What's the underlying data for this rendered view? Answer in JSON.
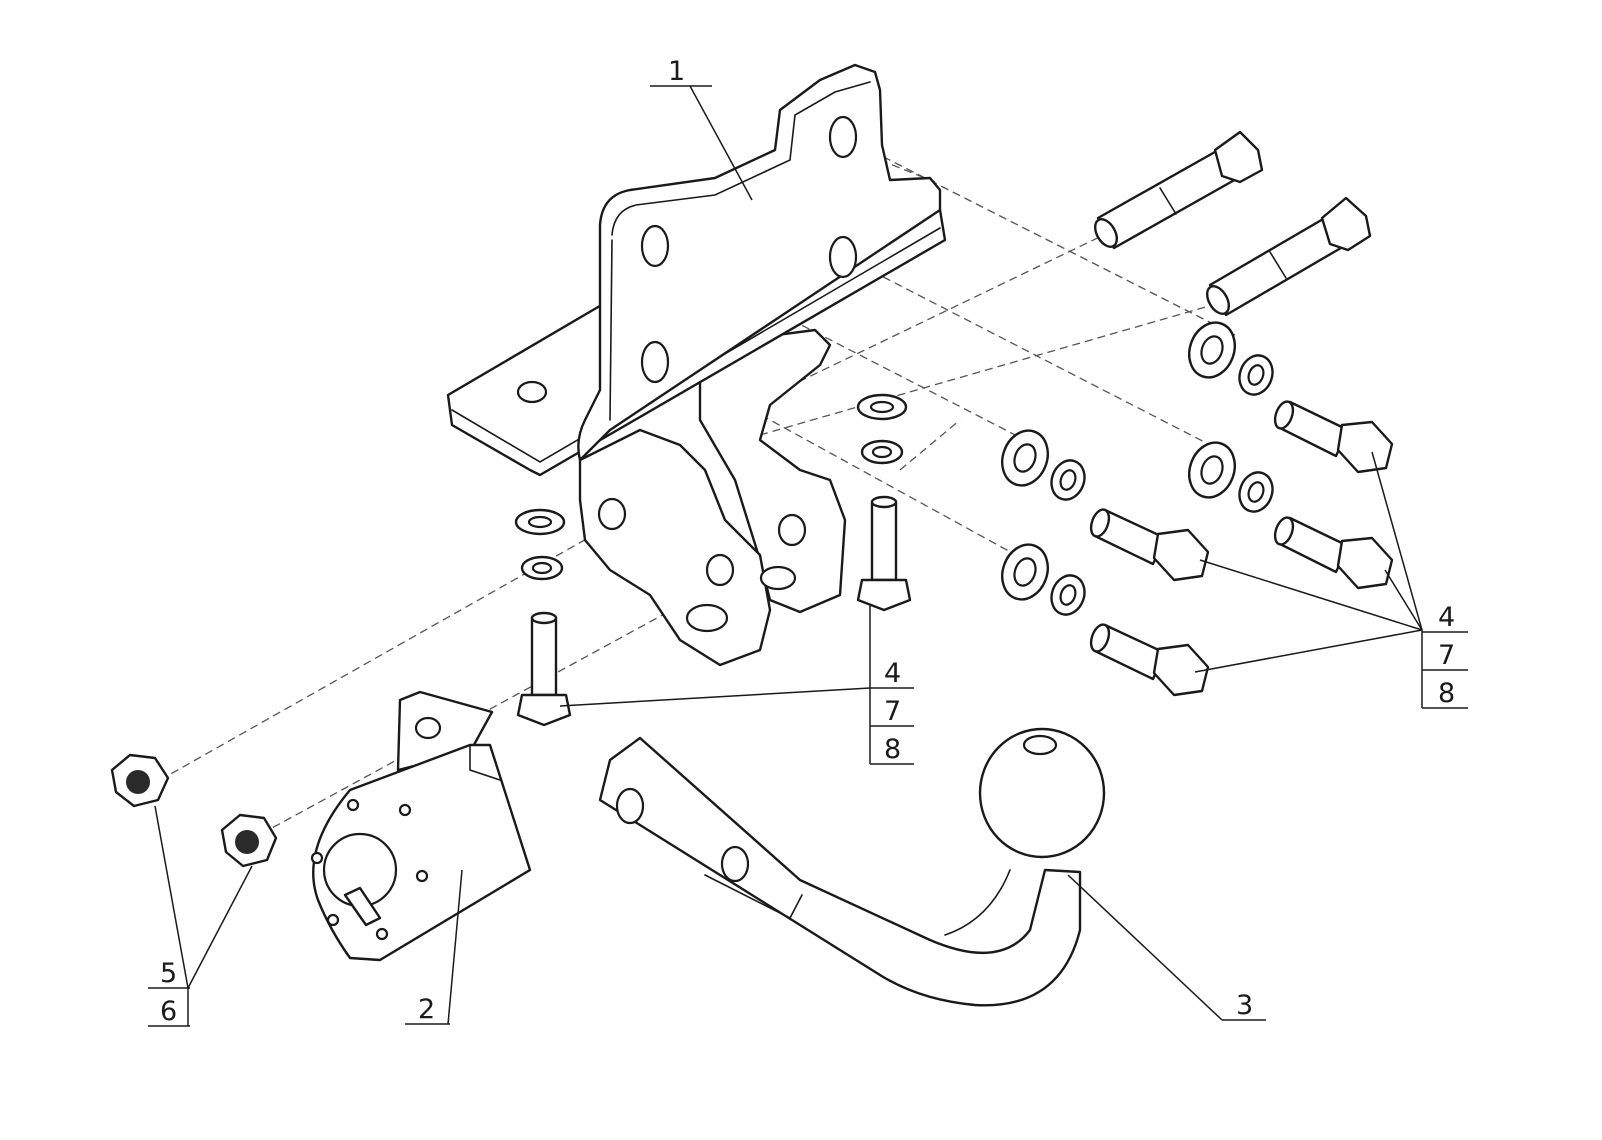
{
  "labels": {
    "frame": "1",
    "socket_plate": "2",
    "tow_ball": "3",
    "bolt_group_right": [
      "4",
      "7",
      "8"
    ],
    "bolt_group_center": [
      "4",
      "7",
      "8"
    ],
    "nut_group": [
      "5",
      "6"
    ]
  }
}
